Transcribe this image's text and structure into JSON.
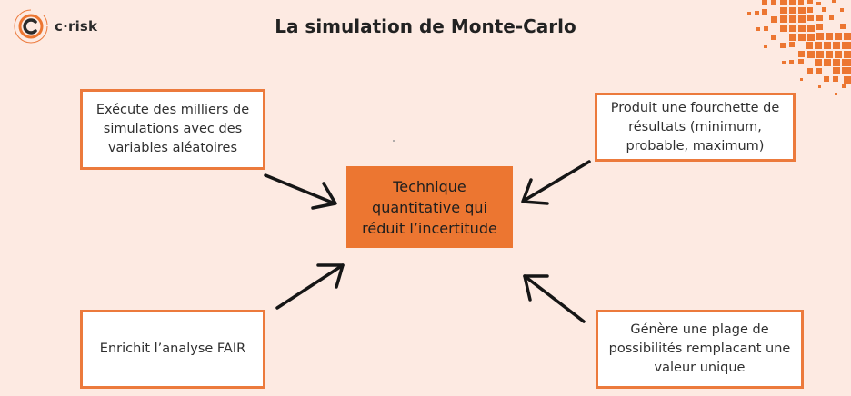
{
  "brand": {
    "name": "c·risk",
    "accent_color": "#ec7631",
    "background_color": "#fdeae2",
    "border_color": "#ec7a3c"
  },
  "header": {
    "title": "La simulation de Monte-Carlo"
  },
  "center": {
    "text": "Technique\nquantitative qui\nréduit l’incertitude"
  },
  "nodes": [
    {
      "id": "top-left",
      "text": "Exécute des milliers de\nsimulations avec des\nvariables aléatoires"
    },
    {
      "id": "top-right",
      "text": "Produit une fourchette de\nrésultats (minimum,\nprobable, maximum)"
    },
    {
      "id": "bottom-left",
      "text": "Enrichit l’analyse FAIR"
    },
    {
      "id": "bottom-right",
      "text": "Génère une plage de\npossibilités remplacant une\nvaleur unique"
    }
  ],
  "icons": {
    "logo": "crisk-logo-icon",
    "corner": "pixel-mosaic-decoration-icon",
    "arrow": "hand-drawn-arrow-icon"
  }
}
